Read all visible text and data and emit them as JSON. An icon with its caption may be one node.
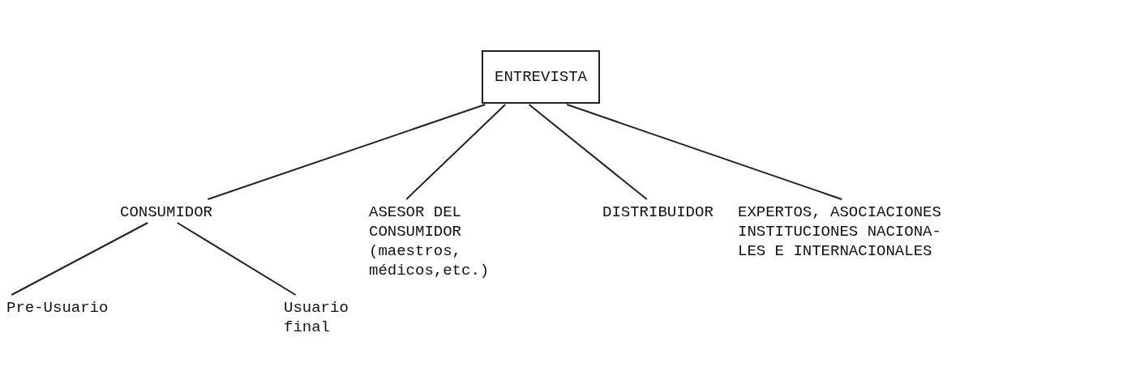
{
  "diagram": {
    "nodes": [
      {
        "text": [
          "ENTREVISTA"
        ]
      },
      {
        "text": [
          "CONSUMIDOR"
        ]
      },
      {
        "text": [
          "ASESOR DEL CONSUMIDOR (maestros, médicos,etc.)"
        ]
      },
      {
        "text": [
          "DISTRIBUIDOR"
        ]
      },
      {
        "text": [
          "EXPERTOS, ASOCIACIONES INSTITUCIONES NACIONA- LES E INTERNACIONALES"
        ]
      },
      {
        "text": [
          "Pre-Usuario"
        ]
      },
      {
        "text": [
          "Usuario final"
        ]
      }
    ],
    "edges": [
      {
        "from": 0,
        "to": 1,
        "arrow": "none"
      },
      {
        "from": 0,
        "to": 2,
        "arrow": "none"
      },
      {
        "from": 0,
        "to": 3,
        "arrow": "none"
      },
      {
        "from": 0,
        "to": 4,
        "arrow": "none"
      },
      {
        "from": 1,
        "to": 5,
        "arrow": "none"
      },
      {
        "from": 1,
        "to": 6,
        "arrow": "none"
      }
    ]
  }
}
